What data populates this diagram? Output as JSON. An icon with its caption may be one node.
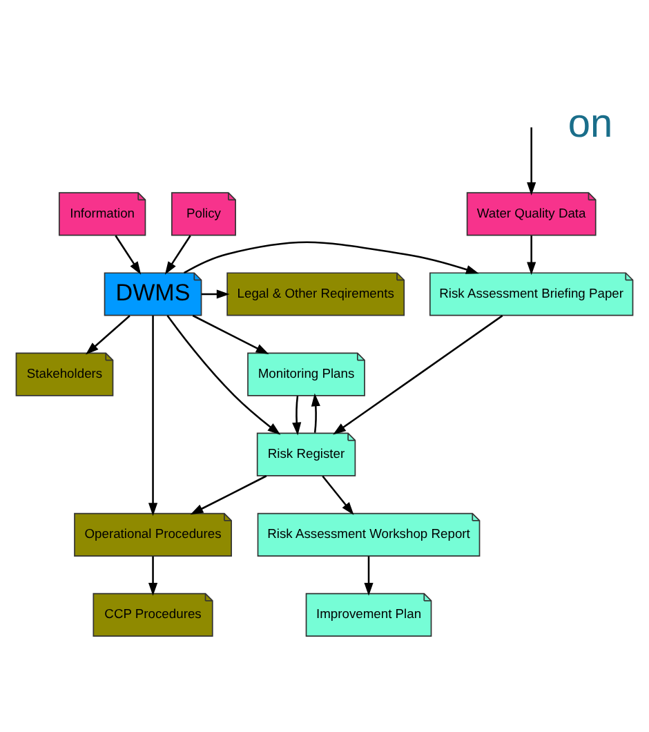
{
  "diagram": {
    "nodes": [
      {
        "text": [
          "Information"
        ]
      },
      {
        "text": [
          "Policy"
        ]
      },
      {
        "text": [
          "Water Quality Data"
        ]
      },
      {
        "text": [
          "Legal & Other Reqirements"
        ]
      },
      {
        "text": [
          "DWMS"
        ]
      },
      {
        "text": [
          "Risk Assessment Briefing Paper"
        ]
      },
      {
        "text": [
          "Monitoring Plans"
        ]
      },
      {
        "text": [
          "Stakeholders"
        ]
      },
      {
        "text": [
          "Risk Register"
        ]
      },
      {
        "text": [
          "Operational Procedures"
        ]
      },
      {
        "text": [
          "Risk Assessment Workshop Report"
        ]
      },
      {
        "text": [
          "CCP Procedures"
        ]
      },
      {
        "text": [
          "Improvement Plan"
        ]
      }
    ],
    "edges": [
      {
        "from": 0,
        "to": 4,
        "arrow": "to"
      },
      {
        "from": 1,
        "to": 4,
        "arrow": "to"
      },
      {
        "from": null,
        "to": 2,
        "arrow": "to"
      },
      {
        "from": 2,
        "to": 5,
        "arrow": "to"
      },
      {
        "from": 4,
        "to": 3,
        "arrow": "to"
      },
      {
        "from": 4,
        "to": 7,
        "arrow": "to"
      },
      {
        "from": 4,
        "to": 5,
        "arrow": "to"
      },
      {
        "from": 4,
        "to": 6,
        "arrow": "to"
      },
      {
        "from": 4,
        "to": 8,
        "arrow": "to"
      },
      {
        "from": 4,
        "to": 9,
        "arrow": "to"
      },
      {
        "from": 5,
        "to": 8,
        "arrow": "to"
      },
      {
        "from": 6,
        "to": 8,
        "arrow": "to"
      },
      {
        "from": 8,
        "to": 6,
        "arrow": "to"
      },
      {
        "from": 8,
        "to": 9,
        "arrow": "to"
      },
      {
        "from": 8,
        "to": 10,
        "arrow": "to"
      },
      {
        "from": 9,
        "to": 11,
        "arrow": "to"
      },
      {
        "from": 10,
        "to": 12,
        "arrow": "to"
      }
    ],
    "labels": [
      "on"
    ]
  }
}
